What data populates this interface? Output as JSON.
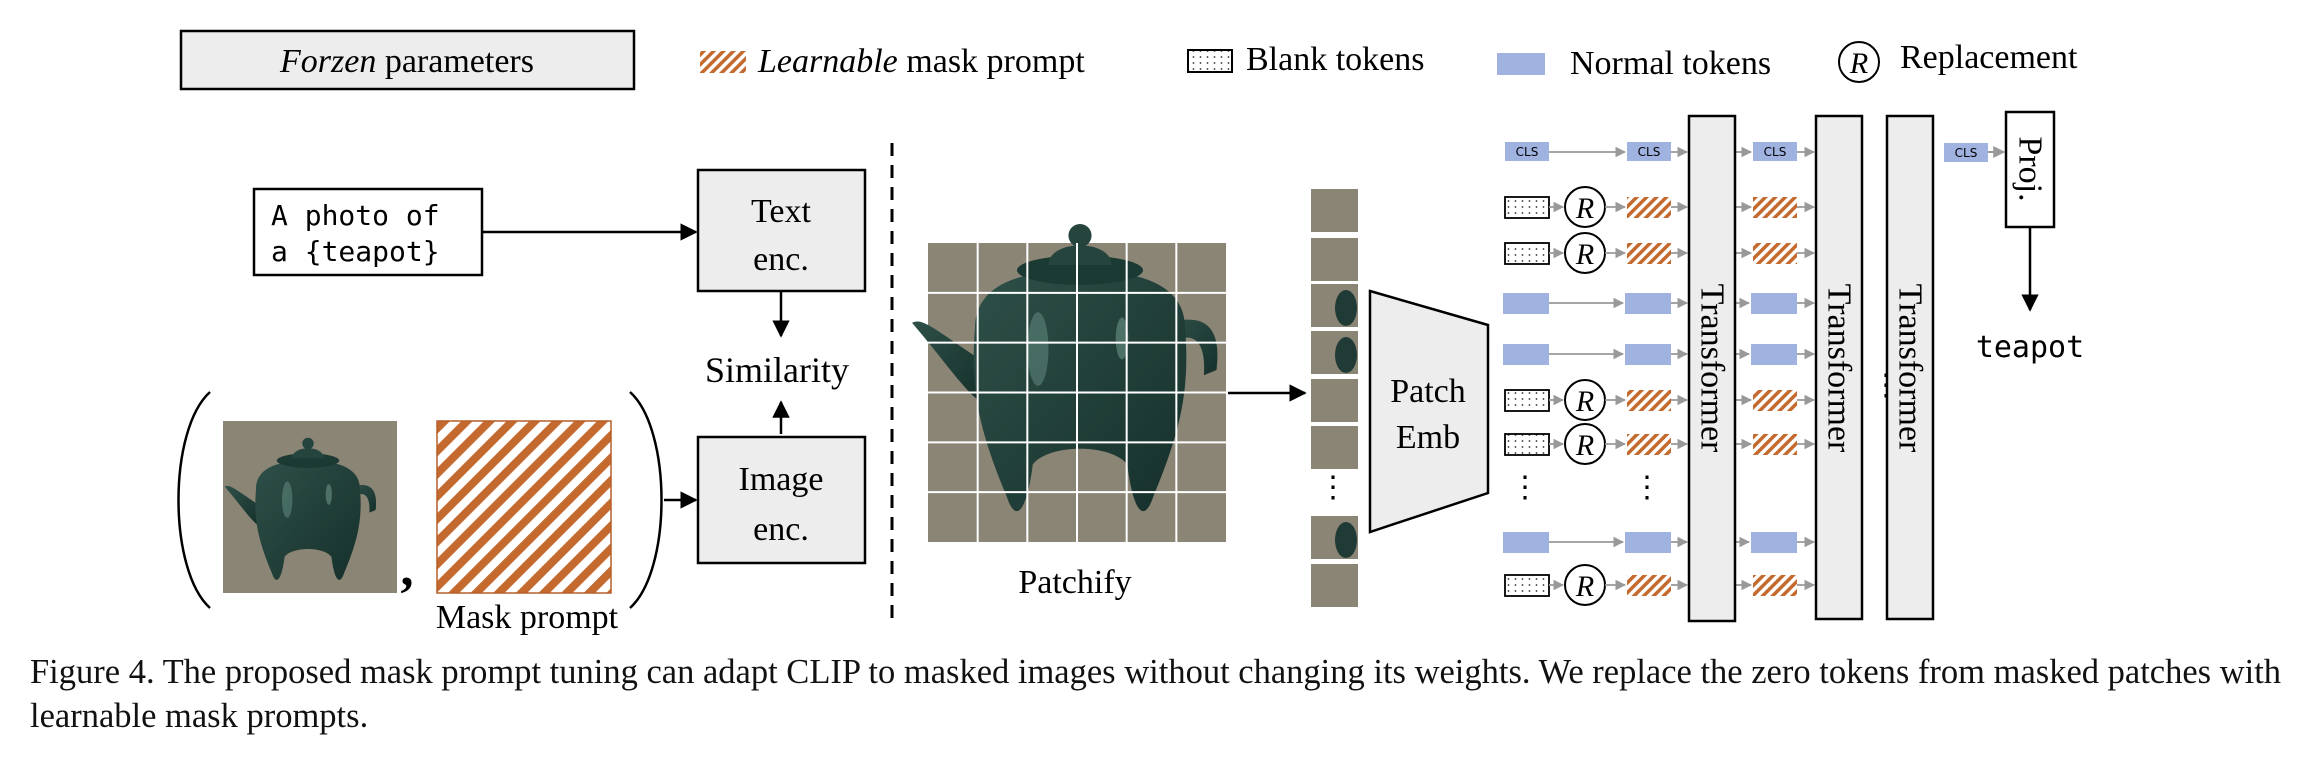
{
  "legend": {
    "frozen_italic": "Forzen",
    "frozen_rest": " parameters",
    "learnable_italic": "Learnable",
    "learnable_rest": " mask prompt",
    "blank": "Blank tokens",
    "normal": "Normal tokens",
    "replacement_symbol": "R",
    "replacement": "Replacement"
  },
  "left": {
    "prompt_line1": "A photo of",
    "prompt_line2": "a {teapot}",
    "text_enc_line1": "Text",
    "text_enc_line2": "enc.",
    "similarity": "Similarity",
    "image_enc_line1": "Image",
    "image_enc_line2": "enc.",
    "comma": ",",
    "mask_prompt_label": "Mask prompt"
  },
  "right": {
    "patchify": "Patchify",
    "ellipsis": "⋮",
    "patch_emb_line1": "Patch",
    "patch_emb_line2": "Emb",
    "cls": "CLS",
    "transformer": "Transformer",
    "proj": "Proj.",
    "output": "teapot"
  },
  "colors": {
    "frozen_fill": "#ededed",
    "normal_token": "#9fb2e0",
    "hatch": "#c56a2e",
    "patch_bg": "#8b8576",
    "teapot": "#203a35"
  },
  "caption": "Figure 4. The proposed mask prompt tuning can adapt CLIP to masked images without changing its weights. We replace the zero tokens from masked patches with learnable mask prompts."
}
